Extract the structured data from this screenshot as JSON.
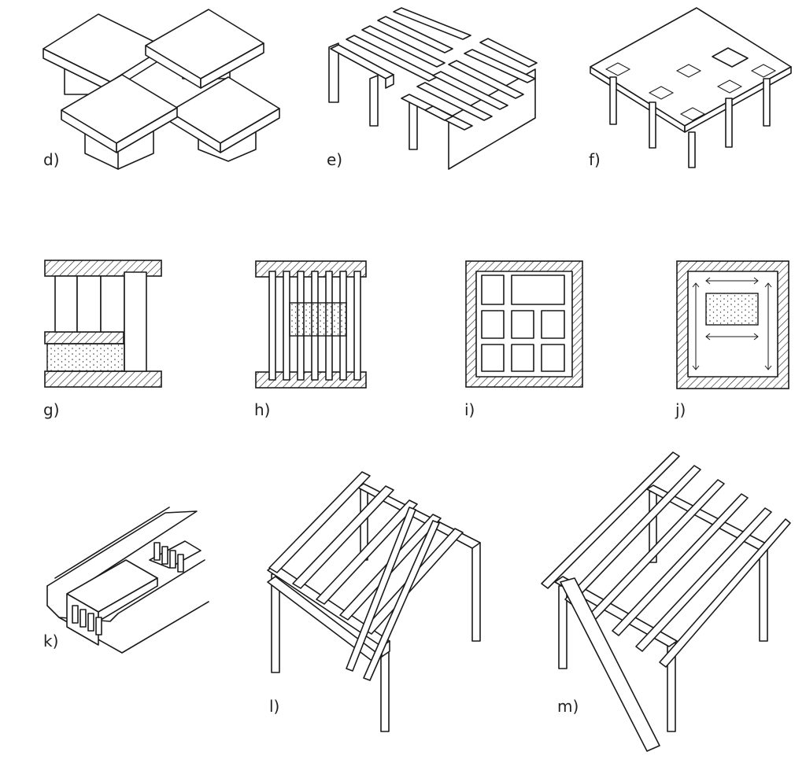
{
  "figures": [
    {
      "id": "d",
      "label": "d)"
    },
    {
      "id": "e",
      "label": "e)"
    },
    {
      "id": "f",
      "label": "f)"
    },
    {
      "id": "g",
      "label": "g)"
    },
    {
      "id": "h",
      "label": "h)"
    },
    {
      "id": "i",
      "label": "i)"
    },
    {
      "id": "j",
      "label": "j)"
    },
    {
      "id": "k",
      "label": "k)"
    },
    {
      "id": "l",
      "label": "l)"
    },
    {
      "id": "m",
      "label": "m)"
    }
  ],
  "colors": {
    "ink": "#1a1a1a",
    "paper": "#ffffff"
  }
}
